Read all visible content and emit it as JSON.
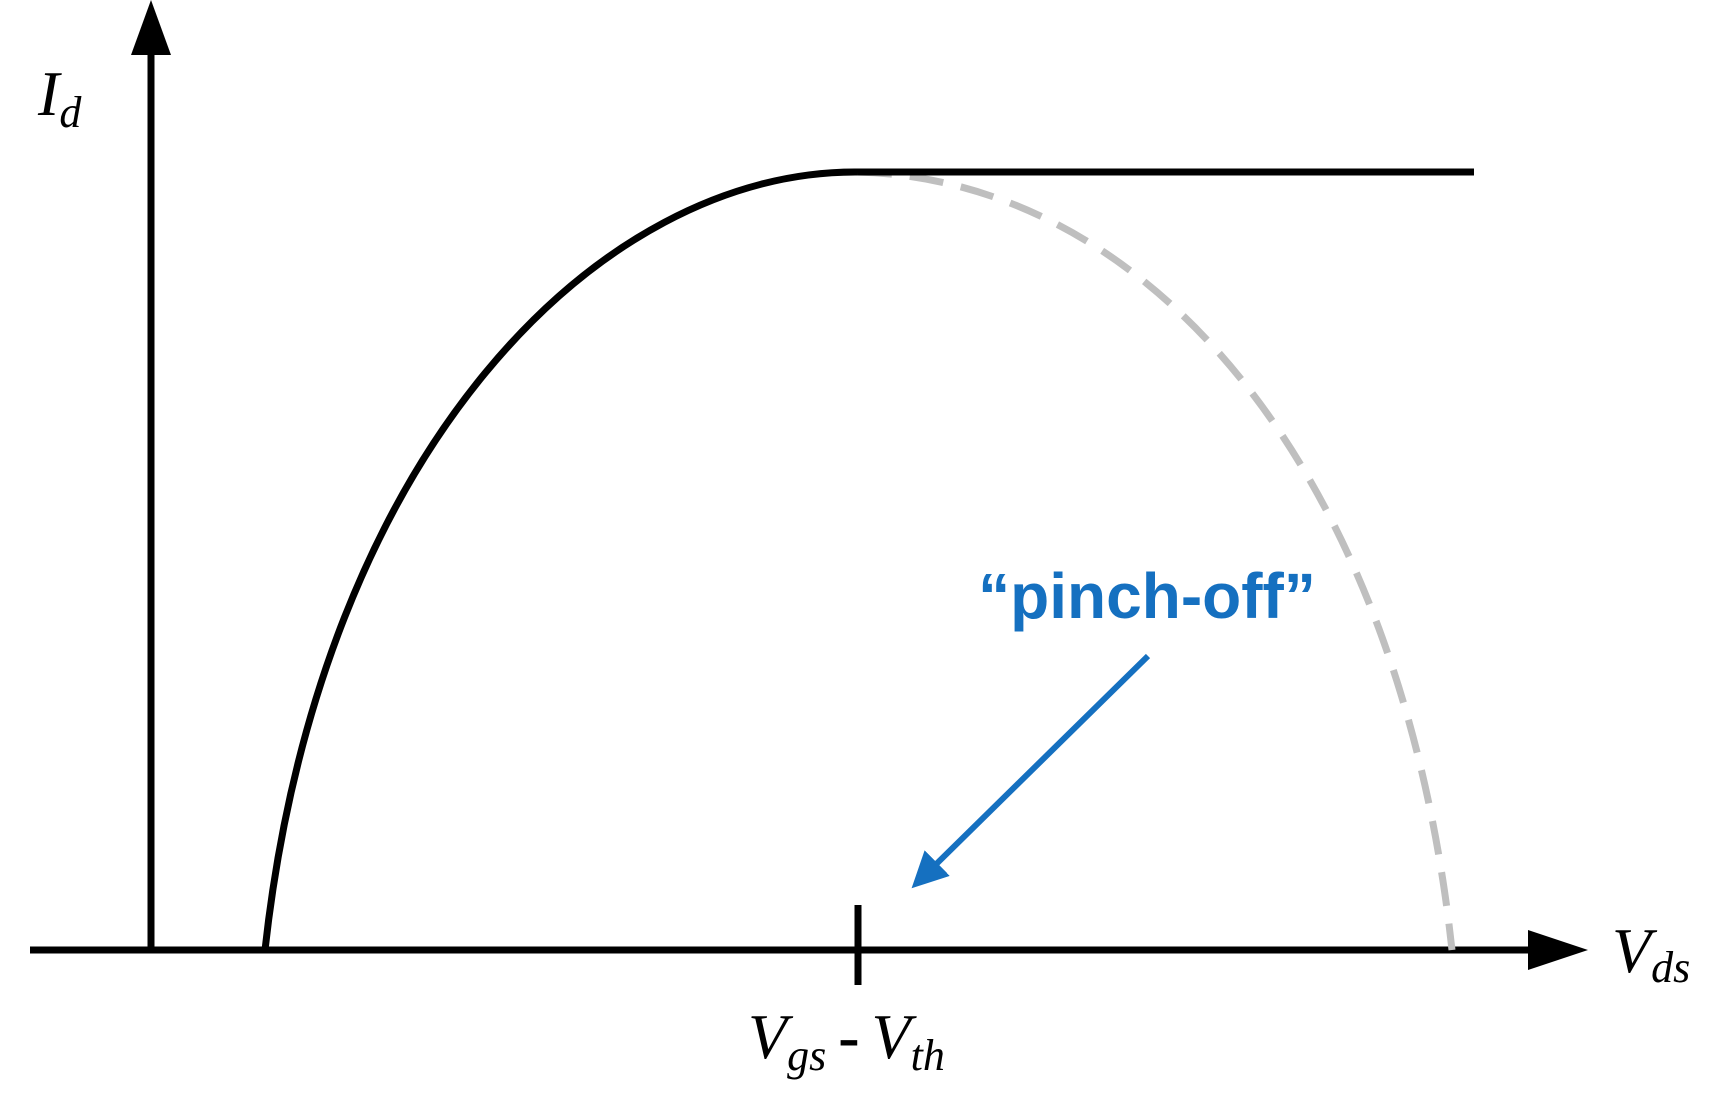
{
  "diagram": {
    "y_axis_label": {
      "main": "I",
      "sub": "d"
    },
    "x_axis_label": {
      "main": "V",
      "sub": "ds"
    },
    "tick_label": {
      "term1_main": "V",
      "term1_sub": "gs",
      "operator": "-",
      "term2_main": "V",
      "term2_sub": "th"
    },
    "annotation": "“pinch-off”",
    "colors": {
      "axes": "#000000",
      "curve": "#000000",
      "dashed_curve": "#bfbfbf",
      "annotation": "#1570c0"
    }
  }
}
